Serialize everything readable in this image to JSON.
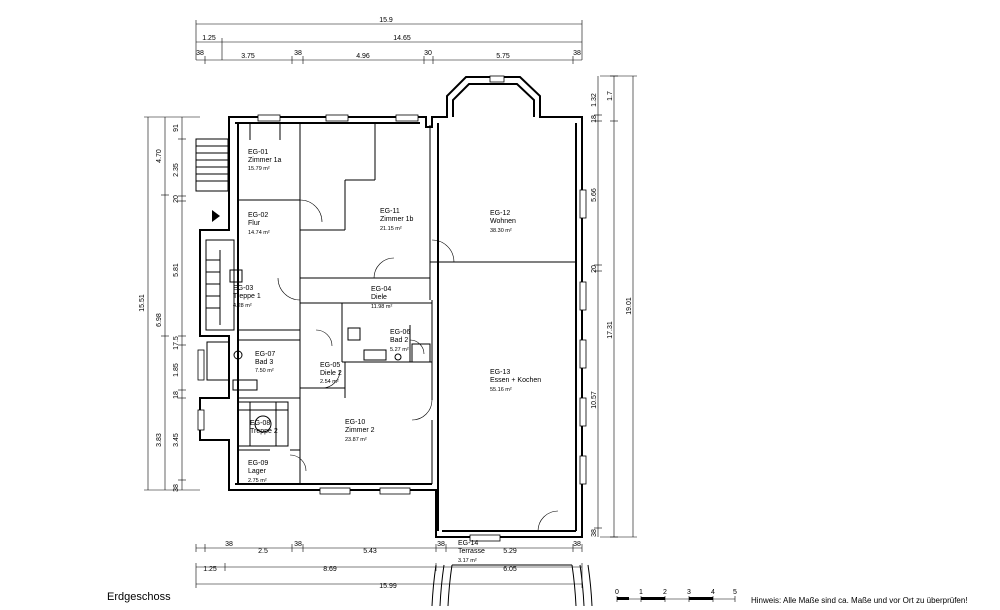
{
  "floor_title": "Erdgeschoss",
  "note": "Hinweis: Alle Maße sind ca. Maße und vor Ort zu überprüfen!",
  "rooms": [
    {
      "id": "EG-01",
      "name": "Zimmer 1a",
      "area": "15.79 m²"
    },
    {
      "id": "EG-02",
      "name": "Flur",
      "area": "14.74 m²"
    },
    {
      "id": "EG-03",
      "name": "Treppe 1",
      "area": "4.28 m²"
    },
    {
      "id": "EG-04",
      "name": "Diele",
      "area": "11.98 m²"
    },
    {
      "id": "EG-05",
      "name": "Diele 2",
      "area": "2.54 m²"
    },
    {
      "id": "EG-06",
      "name": "Bad 2",
      "area": "5.27 m²"
    },
    {
      "id": "EG-07",
      "name": "Bad 3",
      "area": "7.50 m²"
    },
    {
      "id": "EG-08",
      "name": "Treppe 2",
      "area": ""
    },
    {
      "id": "EG-09",
      "name": "Lager",
      "area": "2.75 m²"
    },
    {
      "id": "EG-10",
      "name": "Zimmer 2",
      "area": "23.87 m²"
    },
    {
      "id": "EG-11",
      "name": "Zimmer 1b",
      "area": "21.15 m²"
    },
    {
      "id": "EG-12",
      "name": "Wohnen",
      "area": "38.30 m²"
    },
    {
      "id": "EG-13",
      "name": "Essen + Kochen",
      "area": "55.16 m²"
    },
    {
      "id": "EG-14",
      "name": "Terrasse",
      "area": "3.17 m²"
    }
  ],
  "dims": {
    "top_total": "15.9",
    "top_1": "1.25",
    "top_2": "14.65",
    "top_a": "38",
    "top_b": "3.75",
    "top_c": "38",
    "top_d": "4.96",
    "top_e": "30",
    "top_f": "5.75",
    "top_g": "38",
    "left_total": "15.51",
    "left_a": "4.70",
    "left_b": "5.81",
    "left_c": "6.98",
    "left_d": "3.83",
    "left_e": "91",
    "left_f": "2.35",
    "left_g": "20",
    "left_h": "17.5",
    "left_i": "1.85",
    "left_j": "18",
    "left_k": "3.45",
    "left_l": "38",
    "right_a": "1.32",
    "right_b": "1.7",
    "right_c": "18",
    "right_d": "5.66",
    "right_e": "20",
    "right_f": "10.57",
    "right_g": "38",
    "right_h": "17.31",
    "right_i": "19.01",
    "bot_a": "38",
    "bot_b": "2.5",
    "bot_c": "38",
    "bot_d": "5.43",
    "bot_e": "38",
    "bot_f": "5.29",
    "bot_g": "38",
    "bot_1": "1.25",
    "bot_2": "8.69",
    "bot_3": "6.05",
    "bot_total": "15.99"
  },
  "scale": {
    "ticks": [
      "0",
      "1",
      "2",
      "3",
      "4",
      "5"
    ]
  }
}
